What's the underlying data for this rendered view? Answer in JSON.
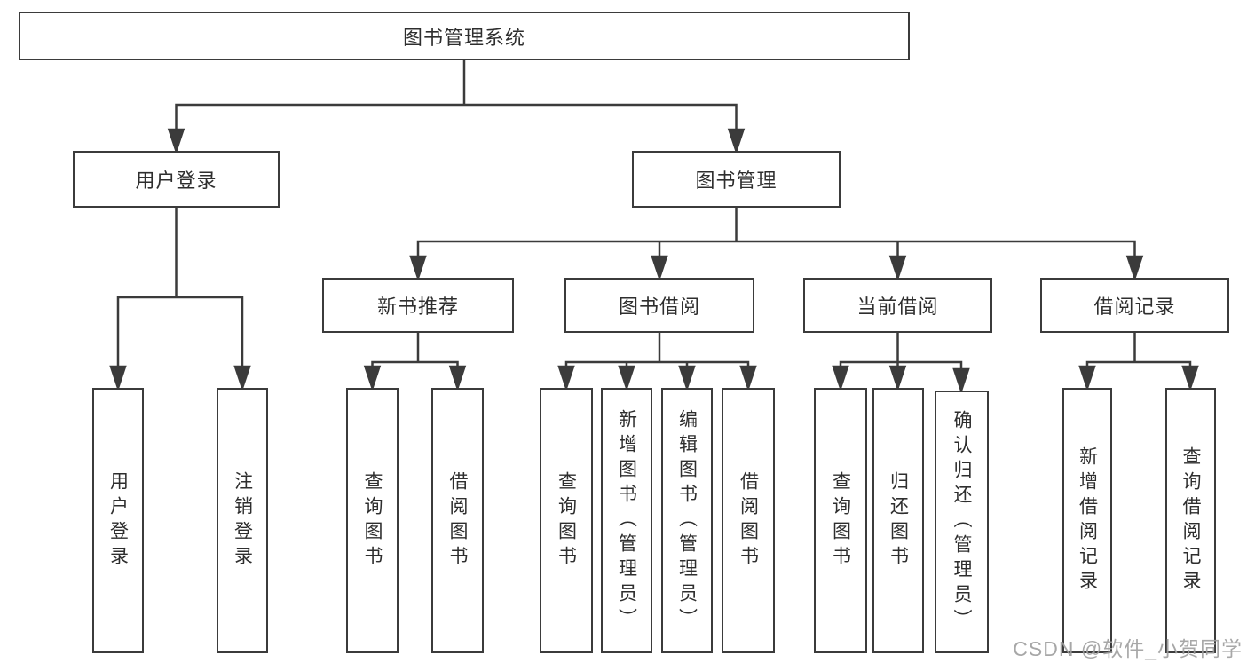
{
  "diagram": {
    "title": "图书管理系统",
    "branches": [
      {
        "label": "用户登录",
        "leaves": [
          "用户登录",
          "注销登录"
        ]
      },
      {
        "label": "图书管理",
        "sections": [
          {
            "label": "新书推荐",
            "leaves": [
              "查询图书",
              "借阅图书"
            ]
          },
          {
            "label": "图书借阅",
            "leaves": [
              "查询图书",
              "新增图书（管理员）",
              "编辑图书（管理员）",
              "借阅图书"
            ]
          },
          {
            "label": "当前借阅",
            "leaves": [
              "查询图书",
              "归还图书",
              "确认归还（管理员）"
            ]
          },
          {
            "label": "借阅记录",
            "leaves": [
              "新增借阅记录",
              "查询借阅记录"
            ]
          }
        ]
      }
    ]
  },
  "watermark": "CSDN @软件_小贺同学",
  "colors": {
    "line": "#3b3b3b",
    "text": "#2e2e2e",
    "box_background": "#ffffff",
    "watermark": "#9e9e9e",
    "background": "#ffffff"
  }
}
